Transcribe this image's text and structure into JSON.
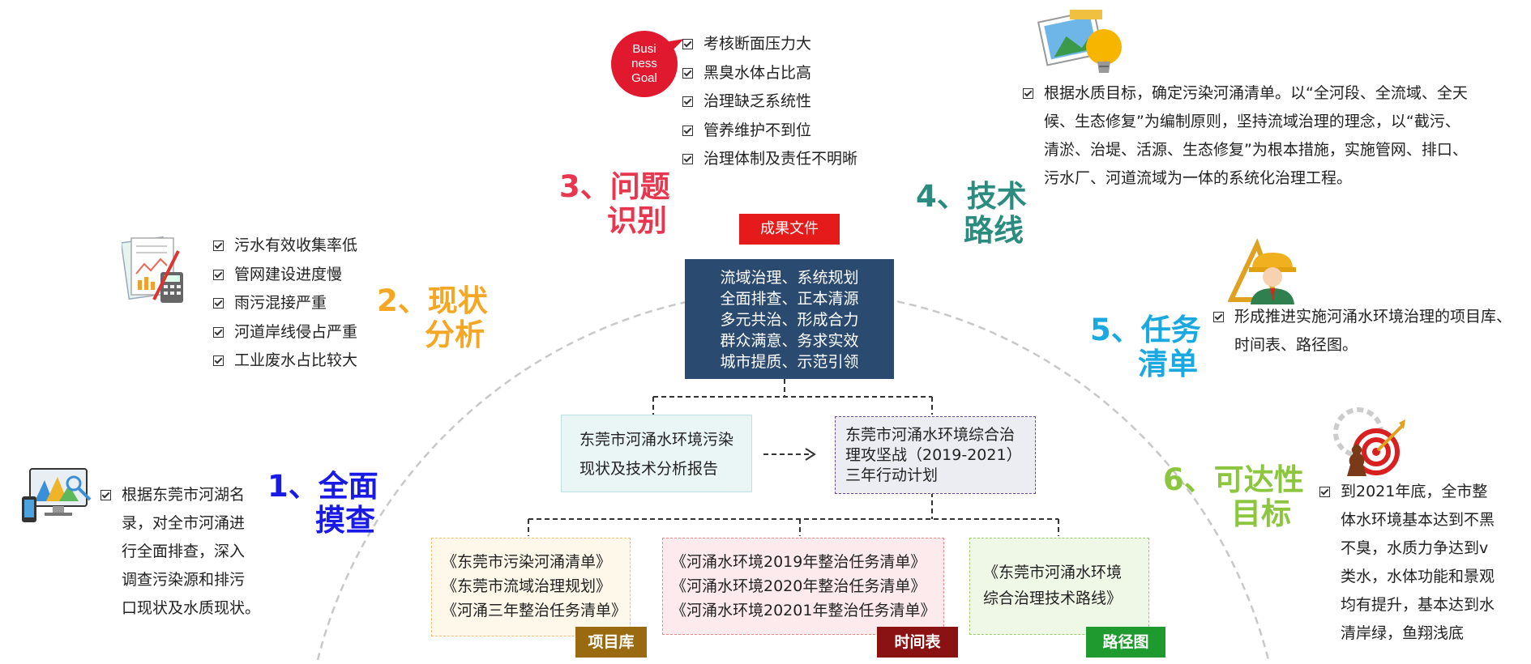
{
  "steps": {
    "s1": {
      "line1": "1、全面",
      "line2": "摸查",
      "color": "#1a1ae6"
    },
    "s2": {
      "line1": "2、现状",
      "line2": "分析",
      "color": "#f5a623"
    },
    "s3": {
      "line1": "3、问题",
      "line2": "识别",
      "color": "#e8364f"
    },
    "s4": {
      "line1": "4、技术",
      "line2": "路线",
      "color": "#2a8c7e"
    },
    "s5": {
      "line1": "5、任务",
      "line2": "清单",
      "color": "#1aa8e0"
    },
    "s6": {
      "line1": "6、可达性",
      "line2": "目标",
      "color": "#8cc63f"
    }
  },
  "business_goal": {
    "line1": "Busi",
    "line2": "ness",
    "line3": "Goal"
  },
  "s1_text": [
    "根据东莞市河湖名",
    "录，对全市河涌进",
    "行全面排查，深入",
    "调查污染源和排污",
    "口现状及水质现状。"
  ],
  "s2_items": [
    "污水有效收集率低",
    "管网建设进度慢",
    "雨污混接严重",
    "河道岸线侵占严重",
    "工业废水占比较大"
  ],
  "s3_items": [
    "考核断面压力大",
    "黑臭水体占比高",
    "治理缺乏系统性",
    "管养维护不到位",
    "治理体制及责任不明晰"
  ],
  "s4_text": [
    "根据水质目标，确定污染河涌清单。以“全河段、全流域、全天",
    "候、生态修复”为编制原则，坚持流域治理的理念，以“截污、",
    "清淤、治堤、活源、生态修复”为根本措施，实施管网、排口、",
    "污水厂、河道流域为一体的系统化治理工程。"
  ],
  "s5_text": [
    "形成推进实施河涌水环境治理的项目库、",
    "时间表、路径图。"
  ],
  "s6_text": [
    "到2021年底，全市整",
    "体水环境基本达到不黑",
    "不臭，水质力争达到v",
    "类水，水体功能和景观",
    "均有提升，基本达到水",
    "清岸绿，鱼翔浅底"
  ],
  "result_label": "成果文件",
  "principles": [
    "流域治理、系统规划",
    "全面排查、正本清源",
    "多元共治、形成合力",
    "群众满意、务求实效",
    "城市提质、示范引领"
  ],
  "report": [
    "东莞市河涌水环境污染",
    "现状及技术分析报告"
  ],
  "plan": [
    "东莞市河涌水环境综合治",
    "理攻坚战（2019-2021）",
    "三年行动计划"
  ],
  "project_list": [
    "《东莞市污染河涌清单》",
    "《东莞市流域治理规划》",
    "《河涌三年整治任务清单》"
  ],
  "schedule_list": [
    "《河涌水环境2019年整治任务清单》",
    "《河涌水环境2020年整治任务清单》",
    "《河涌水环境20201年整治任务清单》"
  ],
  "roadmap_list": [
    "《东莞市河涌水环境",
    "综合治理技术路线》"
  ],
  "tags": {
    "project": "项目库",
    "schedule": "时间表",
    "roadmap": "路径图"
  },
  "colors": {
    "navy": "#2b4a6f",
    "red_label": "#e51b1b",
    "brown_tag": "#9a6a10",
    "maroon_tag": "#8b1212",
    "green_tag": "#1f9a2e"
  }
}
